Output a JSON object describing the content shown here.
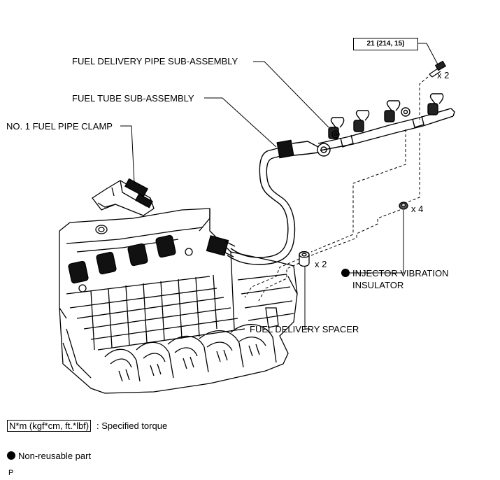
{
  "labels": {
    "fuel_delivery_pipe": "FUEL DELIVERY PIPE SUB-ASSEMBLY",
    "fuel_tube": "FUEL TUBE SUB-ASSEMBLY",
    "fuel_pipe_clamp": "NO. 1 FUEL PIPE CLAMP",
    "injector_vibration_insulator_1": "INJECTOR VIBRATION",
    "injector_vibration_insulator_2": "INSULATOR",
    "fuel_delivery_spacer": "FUEL DELIVERY SPACER"
  },
  "quantities": {
    "bolt": "x 2",
    "insulator": "x 4",
    "spacer": "x 2"
  },
  "torque": {
    "value": "21 (214, 15)"
  },
  "legend": {
    "torque_units": "N*m (kgf*cm, ft.*lbf)",
    "torque_desc": ": Specified torque",
    "non_reusable": "Non-reusable part"
  },
  "footer": {
    "code": "P"
  },
  "colors": {
    "ink": "#000000",
    "paper": "#ffffff"
  }
}
